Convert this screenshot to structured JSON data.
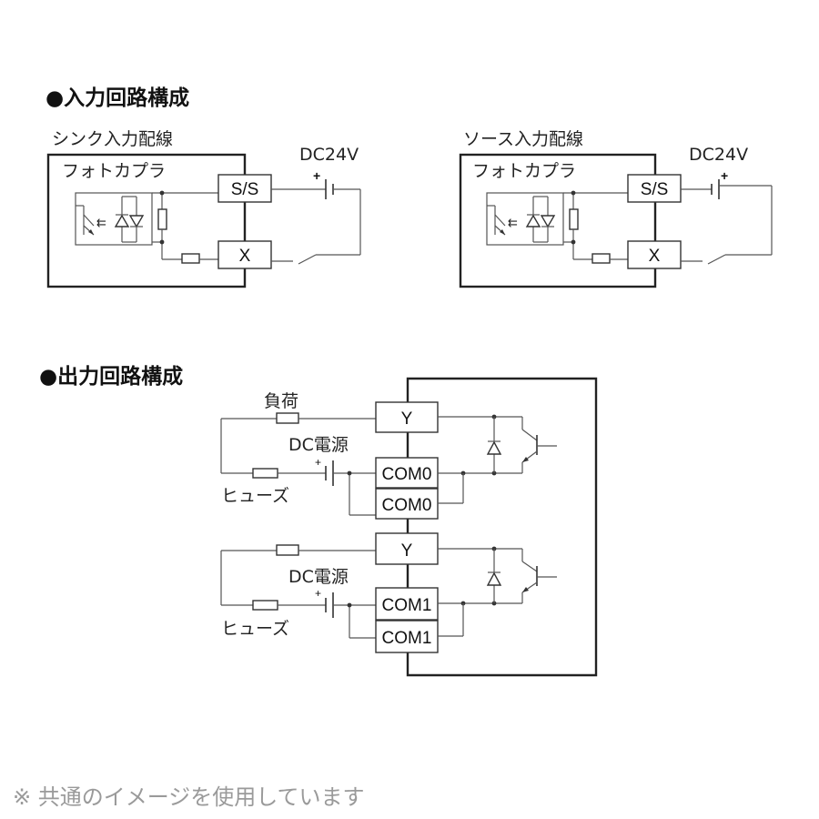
{
  "input_section": {
    "title": "●入力回路構成",
    "sink": {
      "caption": "シンク入力配線",
      "photocoupler": "フォトカプラ",
      "ss": "S/S",
      "x": "X",
      "dc": "DC24V",
      "plus": "+"
    },
    "source": {
      "caption": "ソース入力配線",
      "photocoupler": "フォトカプラ",
      "ss": "S/S",
      "x": "X",
      "dc": "DC24V",
      "plus": "+"
    }
  },
  "output_section": {
    "title": "●出力回路構成",
    "group0": {
      "load": "負荷",
      "dc": "DC電源",
      "fuse": "ヒューズ",
      "y": "Y",
      "com_a": "COM0",
      "com_b": "COM0",
      "plus": "+"
    },
    "group1": {
      "dc": "DC電源",
      "fuse": "ヒューズ",
      "y": "Y",
      "com_a": "COM1",
      "com_b": "COM1",
      "plus": "+"
    }
  },
  "footer_note": "※ 共通のイメージを使用しています"
}
